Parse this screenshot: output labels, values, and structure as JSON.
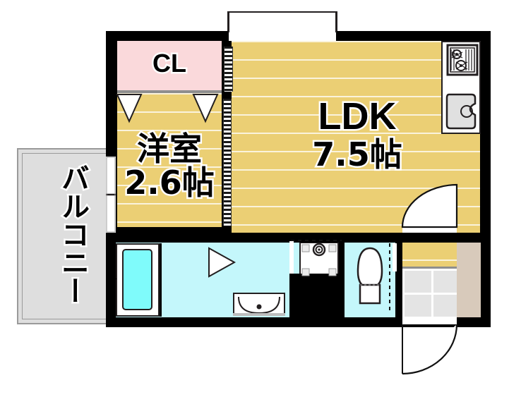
{
  "plan": {
    "type": "apartment-floor-plan",
    "layout_code": "1K",
    "rooms": [
      {
        "id": "ldk",
        "name_line1": "LDK",
        "name_line2": "7.5帖",
        "area_jo": 7.5,
        "floor": "wood",
        "color": "#ebcf74"
      },
      {
        "id": "western-room",
        "name_line1": "洋室",
        "name_line2": "2.6帖",
        "area_jo": 2.6,
        "floor": "wood",
        "color": "#ebcf74"
      },
      {
        "id": "closet",
        "name_line1": "CL",
        "floor": "closet",
        "color": "#fad9db"
      },
      {
        "id": "balcony",
        "name_line1": "バルコニー",
        "floor": "balcony",
        "color": "#dedede"
      }
    ],
    "fixtures": [
      {
        "id": "gas-stove",
        "label": ""
      },
      {
        "id": "kitchen-sink",
        "label": ""
      },
      {
        "id": "bathtub",
        "label": ""
      },
      {
        "id": "vanity-washbasin",
        "label": ""
      },
      {
        "id": "washing-machine-pan",
        "label": ""
      },
      {
        "id": "toilet",
        "label": ""
      },
      {
        "id": "shoe-cabinet",
        "label": ""
      },
      {
        "id": "entrance-door",
        "label": ""
      },
      {
        "id": "ldk-entry-door",
        "label": ""
      },
      {
        "id": "balcony-sliding-window",
        "label": ""
      }
    ],
    "colors": {
      "wall": "#000000",
      "wood_floor": "#ebcf74",
      "closet_pink": "#fad9db",
      "wet_area": "#c4f7fb",
      "tub_cyan": "#7ffbfb",
      "balcony_grey": "#dedede",
      "genkan_tile": "#e4e4e4",
      "shoebox_beige": "#d8cabb",
      "background": "#ffffff"
    }
  },
  "labels": {
    "closet": "CL",
    "ldk_name": "LDK",
    "ldk_area": "7.5帖",
    "room_name": "洋室",
    "room_area": "2.6帖",
    "balcony": "バルコニー"
  }
}
